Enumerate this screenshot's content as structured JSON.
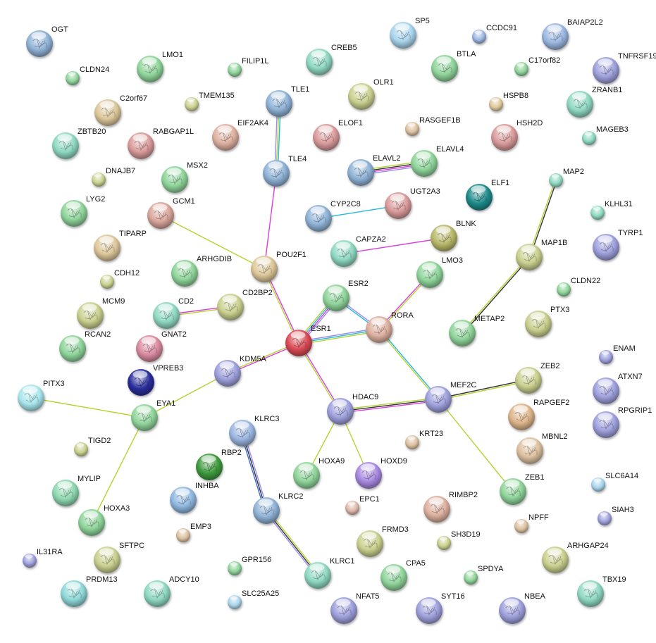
{
  "nodes": [
    {
      "id": "OGT",
      "color": "#8fb2d6",
      "size": "large"
    },
    {
      "id": "CLDN24",
      "color": "#8fd49a",
      "size": "small"
    },
    {
      "id": "LMO1",
      "color": "#8fd49a",
      "size": "large"
    },
    {
      "id": "FILIP1L",
      "color": "#8fd49a",
      "size": "small"
    },
    {
      "id": "CREB5",
      "color": "#8fd8c2",
      "size": "large"
    },
    {
      "id": "SP5",
      "color": "#a8d4ec",
      "size": "large"
    },
    {
      "id": "CCDC91",
      "color": "#9bb6e0",
      "size": "small"
    },
    {
      "id": "BAIAP2L2",
      "color": "#9bb6e0",
      "size": "large"
    },
    {
      "id": "TNFRSF19",
      "color": "#9ea0dc",
      "size": "large"
    },
    {
      "id": "BTLA",
      "color": "#8fd49a",
      "size": "large"
    },
    {
      "id": "C17orf82",
      "color": "#8fd49a",
      "size": "small"
    },
    {
      "id": "C2orf67",
      "color": "#dcc79a",
      "size": "large"
    },
    {
      "id": "TMEM135",
      "color": "#c9d08e",
      "size": "small"
    },
    {
      "id": "TLE1",
      "color": "#8fb2d6",
      "size": "large"
    },
    {
      "id": "OLR1",
      "color": "#c9d08e",
      "size": "large"
    },
    {
      "id": "HSPB8",
      "color": "#dcc79a",
      "size": "small"
    },
    {
      "id": "ZRANB1",
      "color": "#8fd8c2",
      "size": "large"
    },
    {
      "id": "ZBTB20",
      "color": "#8fd8c2",
      "size": "large"
    },
    {
      "id": "RABGAP1L",
      "color": "#d99a9a",
      "size": "large"
    },
    {
      "id": "EIF2AK4",
      "color": "#ddb0a0",
      "size": "large"
    },
    {
      "id": "ELOF1",
      "color": "#d99a9a",
      "size": "large"
    },
    {
      "id": "RASGEF1B",
      "color": "#dcc0a0",
      "size": "small"
    },
    {
      "id": "HSH2D",
      "color": "#d99a9a",
      "size": "large"
    },
    {
      "id": "MAGEB3",
      "color": "#8fd8c2",
      "size": "small"
    },
    {
      "id": "DNAJB7",
      "color": "#c9d08e",
      "size": "small"
    },
    {
      "id": "MSX2",
      "color": "#8fd49a",
      "size": "large"
    },
    {
      "id": "TLE4",
      "color": "#8fb2d6",
      "size": "large"
    },
    {
      "id": "ELAVL2",
      "color": "#8fb2d6",
      "size": "large"
    },
    {
      "id": "ELAVL4",
      "color": "#8fd49a",
      "size": "large"
    },
    {
      "id": "ELF1",
      "color": "#1f8a8a",
      "size": "large"
    },
    {
      "id": "MAP2",
      "color": "#8fd8c2",
      "size": "small"
    },
    {
      "id": "LYG2",
      "color": "#8fd49a",
      "size": "large"
    },
    {
      "id": "GCM1",
      "color": "#d9a59a",
      "size": "large"
    },
    {
      "id": "CYP2C8",
      "color": "#8fb2d6",
      "size": "large"
    },
    {
      "id": "UGT2A3",
      "color": "#d99a9a",
      "size": "large"
    },
    {
      "id": "KLHL31",
      "color": "#8fd8c2",
      "size": "small"
    },
    {
      "id": "TYRP1",
      "color": "#9ea0dc",
      "size": "large"
    },
    {
      "id": "BLNK",
      "color": "#b8b86a",
      "size": "large"
    },
    {
      "id": "CAPZA2",
      "color": "#8fd8c2",
      "size": "large"
    },
    {
      "id": "TIPARP",
      "color": "#dcc79a",
      "size": "large"
    },
    {
      "id": "MAP1B",
      "color": "#c9d08e",
      "size": "large"
    },
    {
      "id": "POU2F1",
      "color": "#dcc79a",
      "size": "large"
    },
    {
      "id": "ARHGDIB",
      "color": "#8fd49a",
      "size": "large"
    },
    {
      "id": "LMO3",
      "color": "#8fd49a",
      "size": "large"
    },
    {
      "id": "CDH12",
      "color": "#c9d08e",
      "size": "small"
    },
    {
      "id": "CD2BP2",
      "color": "#c9d08e",
      "size": "large"
    },
    {
      "id": "ESR2",
      "color": "#8fd49a",
      "size": "large"
    },
    {
      "id": "CLDN22",
      "color": "#8fd49a",
      "size": "small"
    },
    {
      "id": "MCM9",
      "color": "#c9d08e",
      "size": "large"
    },
    {
      "id": "CD2",
      "color": "#8fd8c2",
      "size": "large"
    },
    {
      "id": "RORA",
      "color": "#ddb0a0",
      "size": "large"
    },
    {
      "id": "PTX3",
      "color": "#c9d08e",
      "size": "large"
    },
    {
      "id": "GNAT2",
      "color": "#d98aa0",
      "size": "large"
    },
    {
      "id": "ESR1",
      "color": "#d94a55",
      "size": "large"
    },
    {
      "id": "METAP2",
      "color": "#8fd49a",
      "size": "large"
    },
    {
      "id": "RCAN2",
      "color": "#8fd49a",
      "size": "large"
    },
    {
      "id": "ENAM",
      "color": "#9ea0dc",
      "size": "small"
    },
    {
      "id": "VPREB3",
      "color": "#2a2e9a",
      "size": "large"
    },
    {
      "id": "KDM5A",
      "color": "#9ea0dc",
      "size": "large"
    },
    {
      "id": "ZEB2",
      "color": "#c9d08e",
      "size": "large"
    },
    {
      "id": "ATXN7",
      "color": "#9ea0dc",
      "size": "large"
    },
    {
      "id": "PITX3",
      "color": "#a8e6ec",
      "size": "large"
    },
    {
      "id": "EYA1",
      "color": "#8fd49a",
      "size": "large"
    },
    {
      "id": "MEF2C",
      "color": "#9ea0dc",
      "size": "large"
    },
    {
      "id": "HDAC9",
      "color": "#9ea0dc",
      "size": "large"
    },
    {
      "id": "RAPGEF2",
      "color": "#dcb48a",
      "size": "large"
    },
    {
      "id": "RPGRIP1",
      "color": "#9ea0dc",
      "size": "large"
    },
    {
      "id": "KLRC3",
      "color": "#9bb6e0",
      "size": "large"
    },
    {
      "id": "KRT23",
      "color": "#dcc0a0",
      "size": "small"
    },
    {
      "id": "TIGD2",
      "color": "#c9d08e",
      "size": "small"
    },
    {
      "id": "MBNL2",
      "color": "#dcc0a0",
      "size": "large"
    },
    {
      "id": "RBP2",
      "color": "#3e9a3e",
      "size": "large"
    },
    {
      "id": "HOXA9",
      "color": "#8fd49a",
      "size": "large"
    },
    {
      "id": "HOXD9",
      "color": "#a888e0",
      "size": "large"
    },
    {
      "id": "ZEB1",
      "color": "#8fd49a",
      "size": "large"
    },
    {
      "id": "SLC6A14",
      "color": "#a8d4ec",
      "size": "small"
    },
    {
      "id": "MYLIP",
      "color": "#8fd8b0",
      "size": "large"
    },
    {
      "id": "INHBA",
      "color": "#8fb8e0",
      "size": "large"
    },
    {
      "id": "EPC1",
      "color": "#dcb8a8",
      "size": "small"
    },
    {
      "id": "RIMBP2",
      "color": "#ddb0a0",
      "size": "large"
    },
    {
      "id": "KLRC2",
      "color": "#8fb2d6",
      "size": "large"
    },
    {
      "id": "NPFF",
      "color": "#dcc0a0",
      "size": "small"
    },
    {
      "id": "SIAH3",
      "color": "#9ea0dc",
      "size": "small"
    },
    {
      "id": "HOXA3",
      "color": "#8fd49a",
      "size": "large"
    },
    {
      "id": "EMP3",
      "color": "#dcc0a0",
      "size": "small"
    },
    {
      "id": "SH3D19",
      "color": "#c9d08e",
      "size": "small"
    },
    {
      "id": "FRMD3",
      "color": "#c9d08e",
      "size": "large"
    },
    {
      "id": "IL31RA",
      "color": "#9ea0dc",
      "size": "small"
    },
    {
      "id": "SFTPC",
      "color": "#c9d08e",
      "size": "large"
    },
    {
      "id": "GPR156",
      "color": "#8fd49a",
      "size": "small"
    },
    {
      "id": "ARHGAP24",
      "color": "#c9d08e",
      "size": "large"
    },
    {
      "id": "SPDYA",
      "color": "#8fd49a",
      "size": "small"
    },
    {
      "id": "KLRC1",
      "color": "#8fd8c2",
      "size": "large"
    },
    {
      "id": "CPA5",
      "color": "#8fd49a",
      "size": "large"
    },
    {
      "id": "PRDM13",
      "color": "#8fd8d8",
      "size": "large"
    },
    {
      "id": "ADCY10",
      "color": "#8fd8c2",
      "size": "large"
    },
    {
      "id": "TBX19",
      "color": "#8fd8c2",
      "size": "large"
    },
    {
      "id": "SLC25A25",
      "color": "#a8d4ec",
      "size": "small"
    },
    {
      "id": "NFAT5",
      "color": "#9ea0dc",
      "size": "large"
    },
    {
      "id": "SYT16",
      "color": "#9ea0dc",
      "size": "large"
    },
    {
      "id": "NBEA",
      "color": "#9ea0dc",
      "size": "large"
    }
  ],
  "edge_colors": {
    "textmining": "#b5d334",
    "experiments": "#d93fd9",
    "coexpression": "#333333",
    "databases": "#27b8d8",
    "homology": "#9a8cf0",
    "neighborhood": "#3a6ed9"
  },
  "edges": [
    {
      "source": "TLE1",
      "target": "TLE4",
      "evidence": [
        "databases",
        "textmining",
        "homology"
      ]
    },
    {
      "source": "TLE4",
      "target": "POU2F1",
      "evidence": [
        "experiments"
      ]
    },
    {
      "source": "GCM1",
      "target": "POU2F1",
      "evidence": [
        "textmining"
      ]
    },
    {
      "source": "POU2F1",
      "target": "ESR1",
      "evidence": [
        "experiments",
        "textmining"
      ]
    },
    {
      "source": "ESR2",
      "target": "ESR1",
      "evidence": [
        "homology",
        "experiments",
        "databases",
        "textmining"
      ]
    },
    {
      "source": "ESR1",
      "target": "RORA",
      "evidence": [
        "homology",
        "databases",
        "textmining"
      ]
    },
    {
      "source": "ESR2",
      "target": "RORA",
      "evidence": [
        "homology",
        "databases"
      ]
    },
    {
      "source": "RORA",
      "target": "LMO3",
      "evidence": [
        "experiments",
        "textmining"
      ]
    },
    {
      "source": "RORA",
      "target": "MEF2C",
      "evidence": [
        "databases",
        "textmining"
      ]
    },
    {
      "source": "ESR1",
      "target": "KDM5A",
      "evidence": [
        "experiments",
        "textmining"
      ]
    },
    {
      "source": "ESR1",
      "target": "HDAC9",
      "evidence": [
        "experiments",
        "textmining"
      ]
    },
    {
      "source": "KDM5A",
      "target": "EYA1",
      "evidence": [
        "textmining"
      ]
    },
    {
      "source": "PITX3",
      "target": "EYA1",
      "evidence": [
        "textmining"
      ]
    },
    {
      "source": "EYA1",
      "target": "HOXA3",
      "evidence": [
        "textmining"
      ]
    },
    {
      "source": "HDAC9",
      "target": "MEF2C",
      "evidence": [
        "textmining",
        "coexpression",
        "experiments"
      ]
    },
    {
      "source": "HDAC9",
      "target": "HOXA9",
      "evidence": [
        "textmining"
      ]
    },
    {
      "source": "HDAC9",
      "target": "HOXD9",
      "evidence": [
        "textmining"
      ]
    },
    {
      "source": "MEF2C",
      "target": "ZEB2",
      "evidence": [
        "coexpression",
        "textmining"
      ]
    },
    {
      "source": "MEF2C",
      "target": "ZEB1",
      "evidence": [
        "textmining"
      ]
    },
    {
      "source": "KLRC3",
      "target": "KLRC2",
      "evidence": [
        "homology",
        "coexpression",
        "neighborhood"
      ]
    },
    {
      "source": "KLRC2",
      "target": "KLRC1",
      "evidence": [
        "textmining",
        "coexpression",
        "homology"
      ]
    },
    {
      "source": "CD2",
      "target": "CD2BP2",
      "evidence": [
        "experiments",
        "textmining"
      ]
    },
    {
      "source": "ELAVL2",
      "target": "ELAVL4",
      "evidence": [
        "textmining",
        "coexpression",
        "experiments",
        "homology"
      ]
    },
    {
      "source": "CYP2C8",
      "target": "UGT2A3",
      "evidence": [
        "databases"
      ]
    },
    {
      "source": "CAPZA2",
      "target": "BLNK",
      "evidence": [
        "experiments"
      ]
    },
    {
      "source": "MAP2",
      "target": "MAP1B",
      "evidence": [
        "coexpression",
        "textmining"
      ]
    },
    {
      "source": "MAP1B",
      "target": "METAP2",
      "evidence": [
        "coexpression",
        "textmining"
      ]
    }
  ]
}
